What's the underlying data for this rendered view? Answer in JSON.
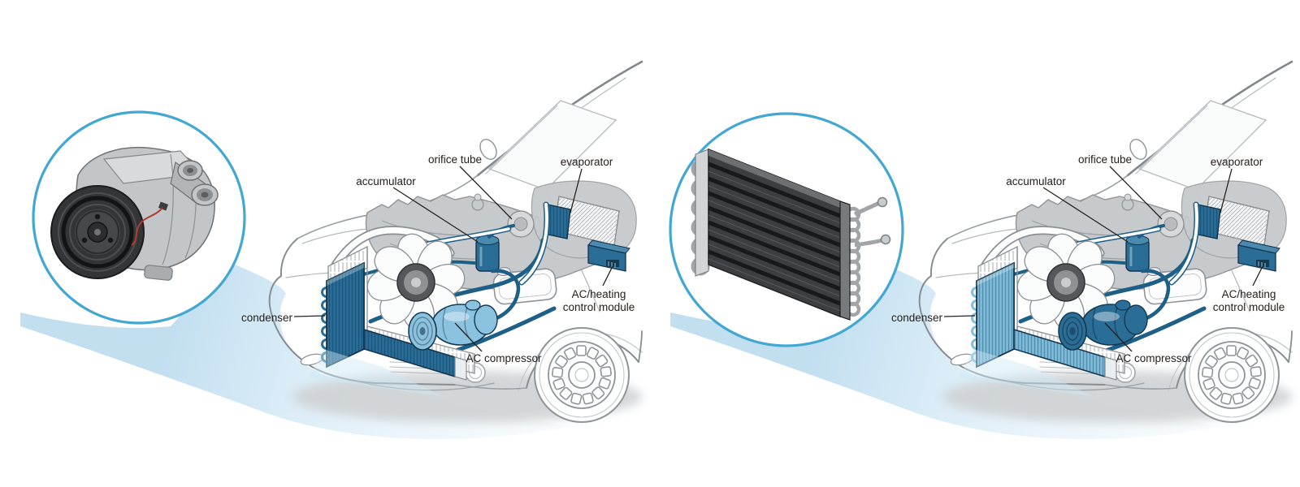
{
  "diagram": {
    "subject": "automotive air-conditioning system cutaway comparison",
    "panels": [
      {
        "name": "left",
        "callout_image": "ac-compressor-3d-render",
        "highlighted_component": "AC compressor",
        "labels": {
          "accumulator": "accumulator",
          "orifice_tube": "orifice tube",
          "evaporator": "evaporator",
          "condenser": "condenser",
          "ac_compressor": "AC compressor",
          "module_line1": "AC/heating",
          "module_line2": "control module"
        }
      },
      {
        "name": "right",
        "callout_image": "condenser-coil-3d-render",
        "highlighted_component": "condenser",
        "labels": {
          "accumulator": "accumulator",
          "orifice_tube": "orifice tube",
          "evaporator": "evaporator",
          "condenser": "condenser",
          "ac_compressor": "AC compressor",
          "module_line1": "AC/heating",
          "module_line2": "control module"
        }
      }
    ],
    "colors": {
      "callout_ring": "#43a7d3",
      "beam_blue": "#bfe0f1",
      "component_dark_blue": "#2a6d96",
      "component_highlight_blue": "#85c0de",
      "tube_teal": "#1d5f86",
      "car_line_gray": "#9aa0a5",
      "engine_gray": "#c7cacc",
      "label_text": "#221d1a"
    }
  }
}
